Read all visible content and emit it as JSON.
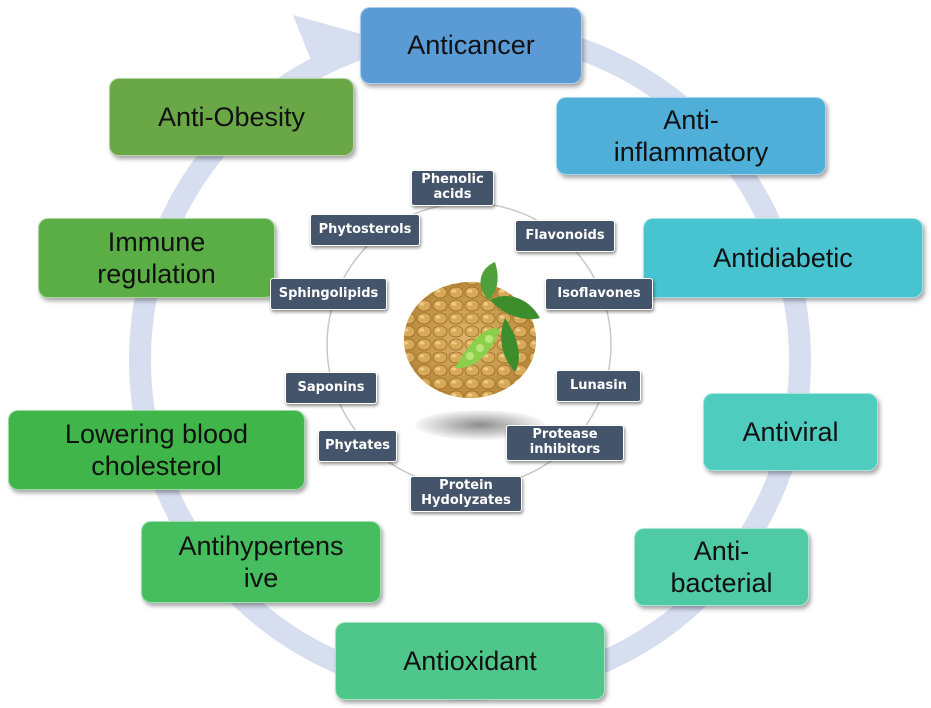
{
  "colors": {
    "ring": "#d6def0",
    "inner_circle": "#c8c8c8",
    "chip_bg": "#44546a"
  },
  "activities": [
    {
      "id": "anticancer",
      "label": "Anticancer",
      "color": "#5b9bd5"
    },
    {
      "id": "anti-inflammatory",
      "label": "Anti-\ninflammatory",
      "color": "#4fafd8"
    },
    {
      "id": "antidiabetic",
      "label": "Antidiabetic",
      "color": "#47c4cf"
    },
    {
      "id": "antiviral",
      "label": "Antiviral",
      "color": "#4ecdbf"
    },
    {
      "id": "antibacterial",
      "label": "Anti-\nbacterial",
      "color": "#4ecaa5"
    },
    {
      "id": "antioxidant",
      "label": "Antioxidant",
      "color": "#4fc78b"
    },
    {
      "id": "antihypertensive",
      "label": "Antihypertens\nive",
      "color": "#46bd5e"
    },
    {
      "id": "lowering-blood-cholesterol",
      "label": "Lowering blood\ncholesterol",
      "color": "#3fb54a"
    },
    {
      "id": "immune-regulation",
      "label": "Immune\nregulation",
      "color": "#5aae45"
    },
    {
      "id": "anti-obesity",
      "label": "Anti-Obesity",
      "color": "#6aa746"
    }
  ],
  "compounds": [
    {
      "id": "phenolic-acids",
      "label": "Phenolic\nacids"
    },
    {
      "id": "flavonoids",
      "label": "Flavonoids"
    },
    {
      "id": "isoflavones",
      "label": "Isoflavones"
    },
    {
      "id": "lunasin",
      "label": "Lunasin"
    },
    {
      "id": "protease-inhibitors",
      "label": "Protease\ninhibitors"
    },
    {
      "id": "protein-hydrolyzates",
      "label": "Protein\nHydolyzates"
    },
    {
      "id": "phytates",
      "label": "Phytates"
    },
    {
      "id": "saponins",
      "label": "Saponins"
    },
    {
      "id": "sphingolipids",
      "label": "Sphingolipids"
    },
    {
      "id": "phytosterols",
      "label": "Phytosterols"
    }
  ]
}
